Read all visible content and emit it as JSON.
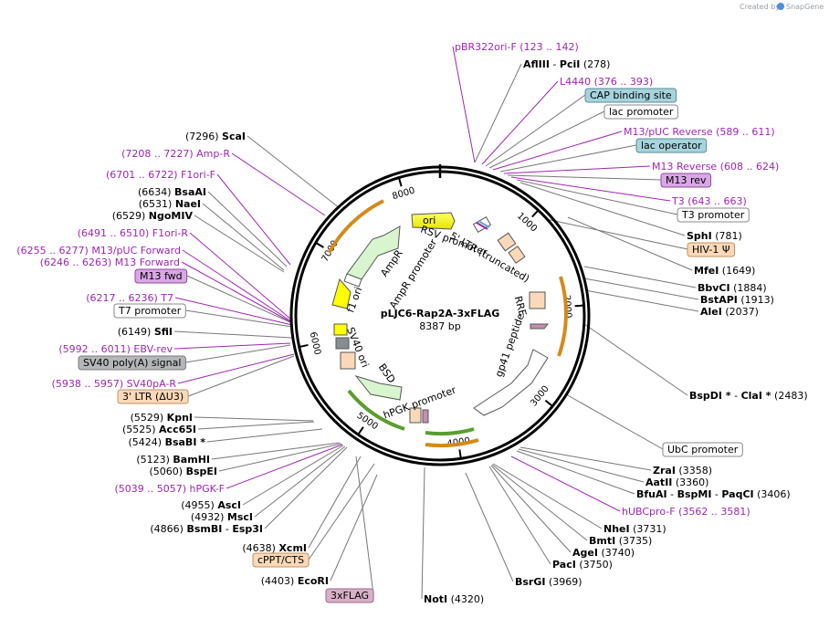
{
  "credit": {
    "created_by": "Created by",
    "brand": "SnapGene"
  },
  "plasmid": {
    "name": "pLJC6-Rap2A-3xFLAG",
    "length": "8387 bp"
  },
  "ticks": [
    "1000",
    "2000",
    "3000",
    "4000",
    "5000",
    "6000",
    "7000",
    "8000"
  ],
  "features": {
    "ori": "ori",
    "rsv": "RSV promoter",
    "ltr5": "5' LTR (truncated)",
    "rre": "RRE",
    "gp41": "gp41 peptide",
    "hpgk": "hPGK promoter",
    "bsd": "BSD",
    "sv40ori": "SV40 ori",
    "f1ori": "f1 ori",
    "amprpro": "AmpR promoter",
    "ampr": "AmpR"
  },
  "colors": {
    "backbone": "#000000",
    "ori_fill": "#ffff00",
    "arrow_green": "#d8f5d0",
    "orange": "#f5a623",
    "tan": "#fbd9b8",
    "mauve": "#c48fb0",
    "gray": "#b4b6b8",
    "primer": "#9c27b0",
    "teal": "#a6d4dc"
  },
  "labels": [
    {
      "id": "pbr322",
      "type": "primer",
      "name": "pBR322ori-F",
      "pos": "(123 .. 142)"
    },
    {
      "id": "afliii",
      "type": "enzyme",
      "name": "AflIII",
      "sep": "-",
      "name2": "PciI",
      "pos": "(278)"
    },
    {
      "id": "l4440",
      "type": "primer",
      "name": "L4440",
      "pos": "(376 .. 393)"
    },
    {
      "id": "cap",
      "type": "box",
      "name": "CAP binding site",
      "style": "teal"
    },
    {
      "id": "lacpro",
      "type": "box",
      "name": "lac promoter",
      "style": "white"
    },
    {
      "id": "m13puc_rev",
      "type": "primer",
      "name": "M13/pUC Reverse",
      "pos": "(589 .. 611)"
    },
    {
      "id": "lacop",
      "type": "box",
      "name": "lac operator",
      "style": "teal"
    },
    {
      "id": "m13reverse",
      "type": "primer",
      "name": "M13 Reverse",
      "pos": "(608 .. 624)"
    },
    {
      "id": "m13rev",
      "type": "box",
      "name": "M13 rev",
      "style": "purple"
    },
    {
      "id": "t3",
      "type": "primer",
      "name": "T3",
      "pos": "(643 .. 663)"
    },
    {
      "id": "t3pro",
      "type": "box",
      "name": "T3 promoter",
      "style": "white"
    },
    {
      "id": "sphi",
      "type": "enzyme",
      "name": "SphI",
      "pos": "(781)"
    },
    {
      "id": "hiv",
      "type": "box",
      "name": "HIV-1 Ψ",
      "style": "tan"
    },
    {
      "id": "mfei",
      "type": "enzyme",
      "name": "MfeI",
      "pos": "(1649)"
    },
    {
      "id": "bbvci",
      "type": "enzyme",
      "name": "BbvCI",
      "pos": "(1884)"
    },
    {
      "id": "bstapi",
      "type": "enzyme",
      "name": "BstAPI",
      "pos": "(1913)"
    },
    {
      "id": "alei",
      "type": "enzyme",
      "name": "AleI",
      "pos": "(2037)"
    },
    {
      "id": "bspdi",
      "type": "enzyme",
      "name": "BspDI *",
      "sep": "-",
      "name2": "ClaI *",
      "pos": "(2483)"
    },
    {
      "id": "ubc",
      "type": "box",
      "name": "UbC promoter",
      "style": "white"
    },
    {
      "id": "zrai",
      "type": "enzyme",
      "name": "ZraI",
      "pos": "(3358)"
    },
    {
      "id": "aatii",
      "type": "enzyme",
      "name": "AatII",
      "pos": "(3360)"
    },
    {
      "id": "bfuai",
      "type": "enzyme",
      "name": "BfuAI",
      "sep": "-",
      "name2": "BspMI",
      "sep2": "-",
      "name3": "PaqCI",
      "pos": "(3406)"
    },
    {
      "id": "hubc",
      "type": "primer",
      "name": "hUBCpro-F",
      "pos": "(3562 .. 3581)"
    },
    {
      "id": "nhei",
      "type": "enzyme",
      "name": "NheI",
      "pos": "(3731)"
    },
    {
      "id": "bmti",
      "type": "enzyme",
      "name": "BmtI",
      "pos": "(3735)"
    },
    {
      "id": "agei",
      "type": "enzyme",
      "name": "AgeI",
      "pos": "(3740)"
    },
    {
      "id": "paci",
      "type": "enzyme",
      "name": "PacI",
      "pos": "(3750)"
    },
    {
      "id": "bsrgi",
      "type": "enzyme",
      "name": "BsrGI",
      "pos": "(3969)"
    },
    {
      "id": "noti",
      "type": "enzyme",
      "name": "NotI",
      "pos": "(4320)"
    },
    {
      "id": "flag",
      "type": "box",
      "name": "3xFLAG",
      "style": "mauve"
    },
    {
      "id": "ecori",
      "type": "enzyme",
      "name": "EcoRI",
      "posFirst": true,
      "pos": "(4403)"
    },
    {
      "id": "cppt",
      "type": "box",
      "name": "cPPT/CTS",
      "style": "tan"
    },
    {
      "id": "xcmi",
      "type": "enzyme",
      "name": "XcmI",
      "posFirst": true,
      "pos": "(4638)"
    },
    {
      "id": "bsmbi",
      "type": "enzyme",
      "name": "BsmBI",
      "sep": "-",
      "name2": "Esp3I",
      "posFirst": true,
      "pos": "(4866)"
    },
    {
      "id": "msci",
      "type": "enzyme",
      "name": "MscI",
      "posFirst": true,
      "pos": "(4932)"
    },
    {
      "id": "asci",
      "type": "enzyme",
      "name": "AscI",
      "posFirst": true,
      "pos": "(4955)"
    },
    {
      "id": "hpgkf",
      "type": "primer",
      "name": "hPGK-F",
      "posFirst": true,
      "pos": "(5039 .. 5057)"
    },
    {
      "id": "bspei",
      "type": "enzyme",
      "name": "BspEI",
      "posFirst": true,
      "pos": "(5060)"
    },
    {
      "id": "bamhi",
      "type": "enzyme",
      "name": "BamHI",
      "posFirst": true,
      "pos": "(5123)"
    },
    {
      "id": "bsabi",
      "type": "enzyme",
      "name": "BsaBI *",
      "posFirst": true,
      "pos": "(5424)"
    },
    {
      "id": "acc65i",
      "type": "enzyme",
      "name": "Acc65I",
      "posFirst": true,
      "pos": "(5525)"
    },
    {
      "id": "kpni",
      "type": "enzyme",
      "name": "KpnI",
      "posFirst": true,
      "pos": "(5529)"
    },
    {
      "id": "ltr3",
      "type": "box",
      "name": "3' LTR (ΔU3)",
      "style": "tan"
    },
    {
      "id": "sv40par",
      "type": "primer",
      "name": "SV40pA-R",
      "posFirst": true,
      "pos": "(5938 .. 5957)"
    },
    {
      "id": "sv40poly",
      "type": "box",
      "name": "SV40 poly(A) signal",
      "style": "gray"
    },
    {
      "id": "ebvrev",
      "type": "primer",
      "name": "EBV-rev",
      "posFirst": true,
      "pos": "(5992 .. 6011)"
    },
    {
      "id": "sfii",
      "type": "enzyme",
      "name": "SfiI",
      "posFirst": true,
      "pos": "(6149)"
    },
    {
      "id": "t7pro",
      "type": "box",
      "name": "T7 promoter",
      "style": "white"
    },
    {
      "id": "t7",
      "type": "primer",
      "name": "T7",
      "posFirst": true,
      "pos": "(6217 .. 6236)"
    },
    {
      "id": "m13fwd",
      "type": "box",
      "name": "M13 fwd",
      "style": "purple"
    },
    {
      "id": "m13forward",
      "type": "primer",
      "name": "M13 Forward",
      "posFirst": true,
      "pos": "(6246 .. 6263)"
    },
    {
      "id": "m13pucf",
      "type": "primer",
      "name": "M13/pUC Forward",
      "posFirst": true,
      "pos": "(6255 .. 6277)"
    },
    {
      "id": "f1orir",
      "type": "primer",
      "name": "F1ori-R",
      "posFirst": true,
      "pos": "(6491 .. 6510)"
    },
    {
      "id": "ngomiv",
      "type": "enzyme",
      "name": "NgoMIV",
      "posFirst": true,
      "pos": "(6529)"
    },
    {
      "id": "naei",
      "type": "enzyme",
      "name": "NaeI",
      "posFirst": true,
      "pos": "(6531)"
    },
    {
      "id": "bsaai",
      "type": "enzyme",
      "name": "BsaAI",
      "posFirst": true,
      "pos": "(6634)"
    },
    {
      "id": "f1orif",
      "type": "primer",
      "name": "F1ori-F",
      "posFirst": true,
      "pos": "(6701 .. 6722)"
    },
    {
      "id": "ampr_r",
      "type": "primer",
      "name": "Amp-R",
      "posFirst": true,
      "pos": "(7208 .. 7227)"
    },
    {
      "id": "scai",
      "type": "enzyme",
      "name": "ScaI",
      "posFirst": true,
      "pos": "(7296)"
    }
  ]
}
